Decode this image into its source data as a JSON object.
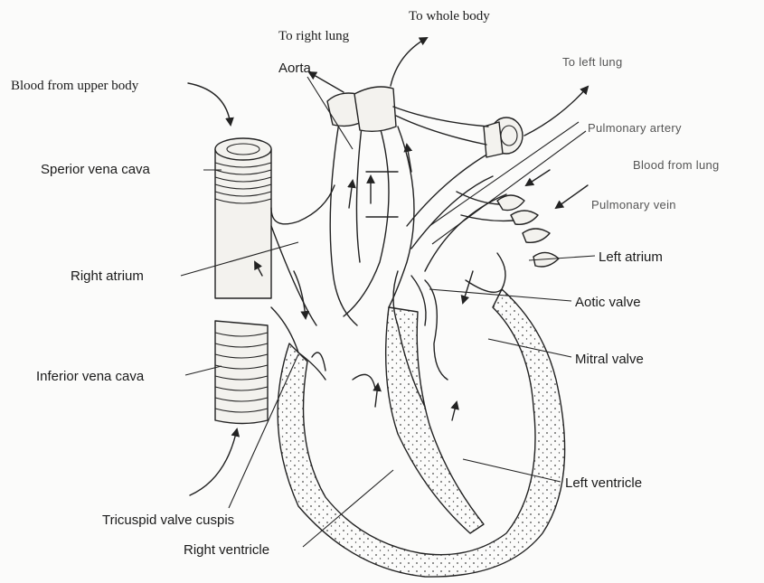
{
  "labels": {
    "blood_from_upper_body": "Blood from upper body",
    "to_right_lung": "To right lung",
    "to_whole_body": "To whole body",
    "to_left_lung": "To left lung",
    "aorta": "Aorta",
    "pulmonary_artery": "Pulmonary artery",
    "blood_from_lung": "Blood from lung",
    "pulmonary_vein": "Pulmonary vein",
    "sperior_vena_cava": "Sperior vena cava",
    "right_atrium": "Right atrium",
    "left_atrium": "Left atrium",
    "aotic_valve": "Aotic valve",
    "mitral_valve": "Mitral valve",
    "inferior_vena_cava": "Inferior vena cava",
    "left_ventricle": "Left ventricle",
    "tricuspid_valve_cuspis": "Tricuspid valve cuspis",
    "right_ventricle": "Right ventricle"
  }
}
